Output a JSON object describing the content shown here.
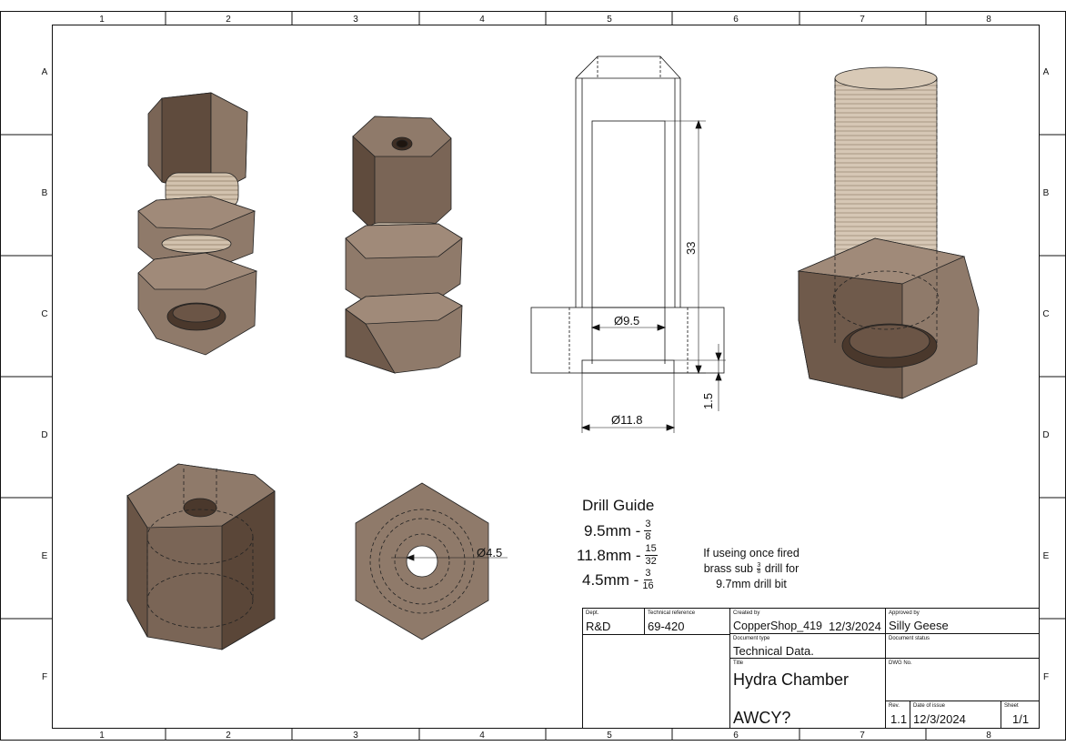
{
  "grid": {
    "columns": [
      "1",
      "2",
      "3",
      "4",
      "5",
      "6",
      "7",
      "8"
    ],
    "rows": [
      "A",
      "B",
      "C",
      "D",
      "E",
      "F"
    ]
  },
  "dimensions": {
    "height_33": "33",
    "bore_dia": "Ø9.5",
    "counterbore_dia": "Ø11.8",
    "depth_1_5": "1.5",
    "hole_dia": "Ø4.5"
  },
  "drill_guide": {
    "title": "Drill Guide",
    "rows": [
      {
        "size": "9.5mm -",
        "num": "3",
        "den": "8"
      },
      {
        "size": "11.8mm -",
        "num": "15",
        "den": "32"
      },
      {
        "size": "4.5mm -",
        "num": "3",
        "den": "16"
      }
    ],
    "note_line1": "If useing once fired",
    "note_line2_pre": "brass sub",
    "note_line2_num": "3",
    "note_line2_den": "8",
    "note_line2_post": "drill for",
    "note_line3": "9.7mm drill bit"
  },
  "title_block": {
    "dept_label": "Dept.",
    "dept": "R&D",
    "techref_label": "Technical reference",
    "techref": "69-420",
    "created_label": "Created by",
    "created_by": "CopperShop_419",
    "created_date": "12/3/2024",
    "approved_label": "Approved by",
    "approved_by": "Silly Geese",
    "doctype_label": "Document type",
    "doctype": "Technical Data.",
    "docstatus_label": "Document status",
    "title_label": "Title",
    "title": "Hydra Chamber",
    "subtitle": "AWCY?",
    "dwg_label": "DWG No.",
    "rev_label": "Rev.",
    "rev": "1.1",
    "issue_label": "Date of issue",
    "issue_date": "12/3/2024",
    "sheet_label": "Sheet",
    "sheet": "1/1"
  },
  "colors": {
    "body_light": "#8f7a6a",
    "body_mid": "#7a6556",
    "body_dark": "#5a4638",
    "thread": "#c9b8a4",
    "line": "#111111"
  }
}
